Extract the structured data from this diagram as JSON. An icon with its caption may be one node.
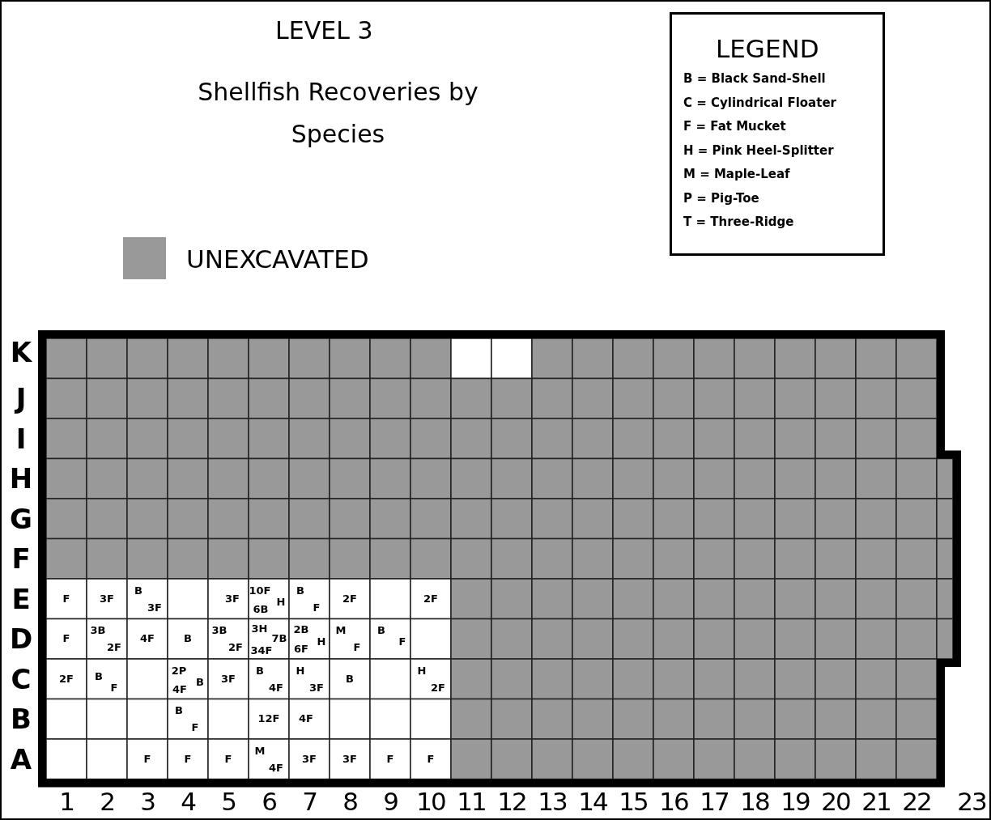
{
  "diagram": {
    "title": "LEVEL 3",
    "nodes": [
      {
        "text": [
          "LEGEND",
          "B = Black Sand-Shell",
          "C = Cylindrical Floater",
          "F = Fat Mucket",
          "H = Pink Heel-Splitter",
          "M = Maple-Leaf",
          "P = Pig-Toe",
          "T = Three-Ridge"
        ]
      }
    ],
    "labels": [
      "Shellfish Recoveries by Species",
      "K",
      "J",
      "I",
      "H",
      "G",
      "F",
      "E",
      "D",
      "C",
      "B",
      "A",
      "F",
      "3F",
      "B",
      "3F",
      "3F",
      "10F",
      "6B",
      "H",
      "B",
      "F",
      "2F",
      "2F",
      "F",
      "3B",
      "2F",
      "4F",
      "B",
      "3B",
      "2F",
      "3H",
      "7B",
      "34F",
      "2B",
      "6F",
      "H",
      "M",
      "F",
      "B",
      "F",
      "2F",
      "B",
      "F",
      "2P",
      "4F",
      "B",
      "3F",
      "B",
      "4F",
      "H",
      "3F",
      "B",
      "H",
      "2F",
      "B",
      "F",
      "12F",
      "4F",
      "F",
      "F",
      "F",
      "M",
      "4F",
      "3F",
      "3F",
      "F",
      "F",
      "1",
      "2",
      "3",
      "4",
      "5",
      "6",
      "7",
      "8",
      "9",
      "10",
      "11",
      "12",
      "13",
      "14",
      "15",
      "16",
      "17",
      "18",
      "19",
      "20",
      "21",
      "22",
      "23"
    ],
    "legend": [
      {
        "text": "UNEXCAVATED",
        "color": "#999999"
      }
    ]
  }
}
